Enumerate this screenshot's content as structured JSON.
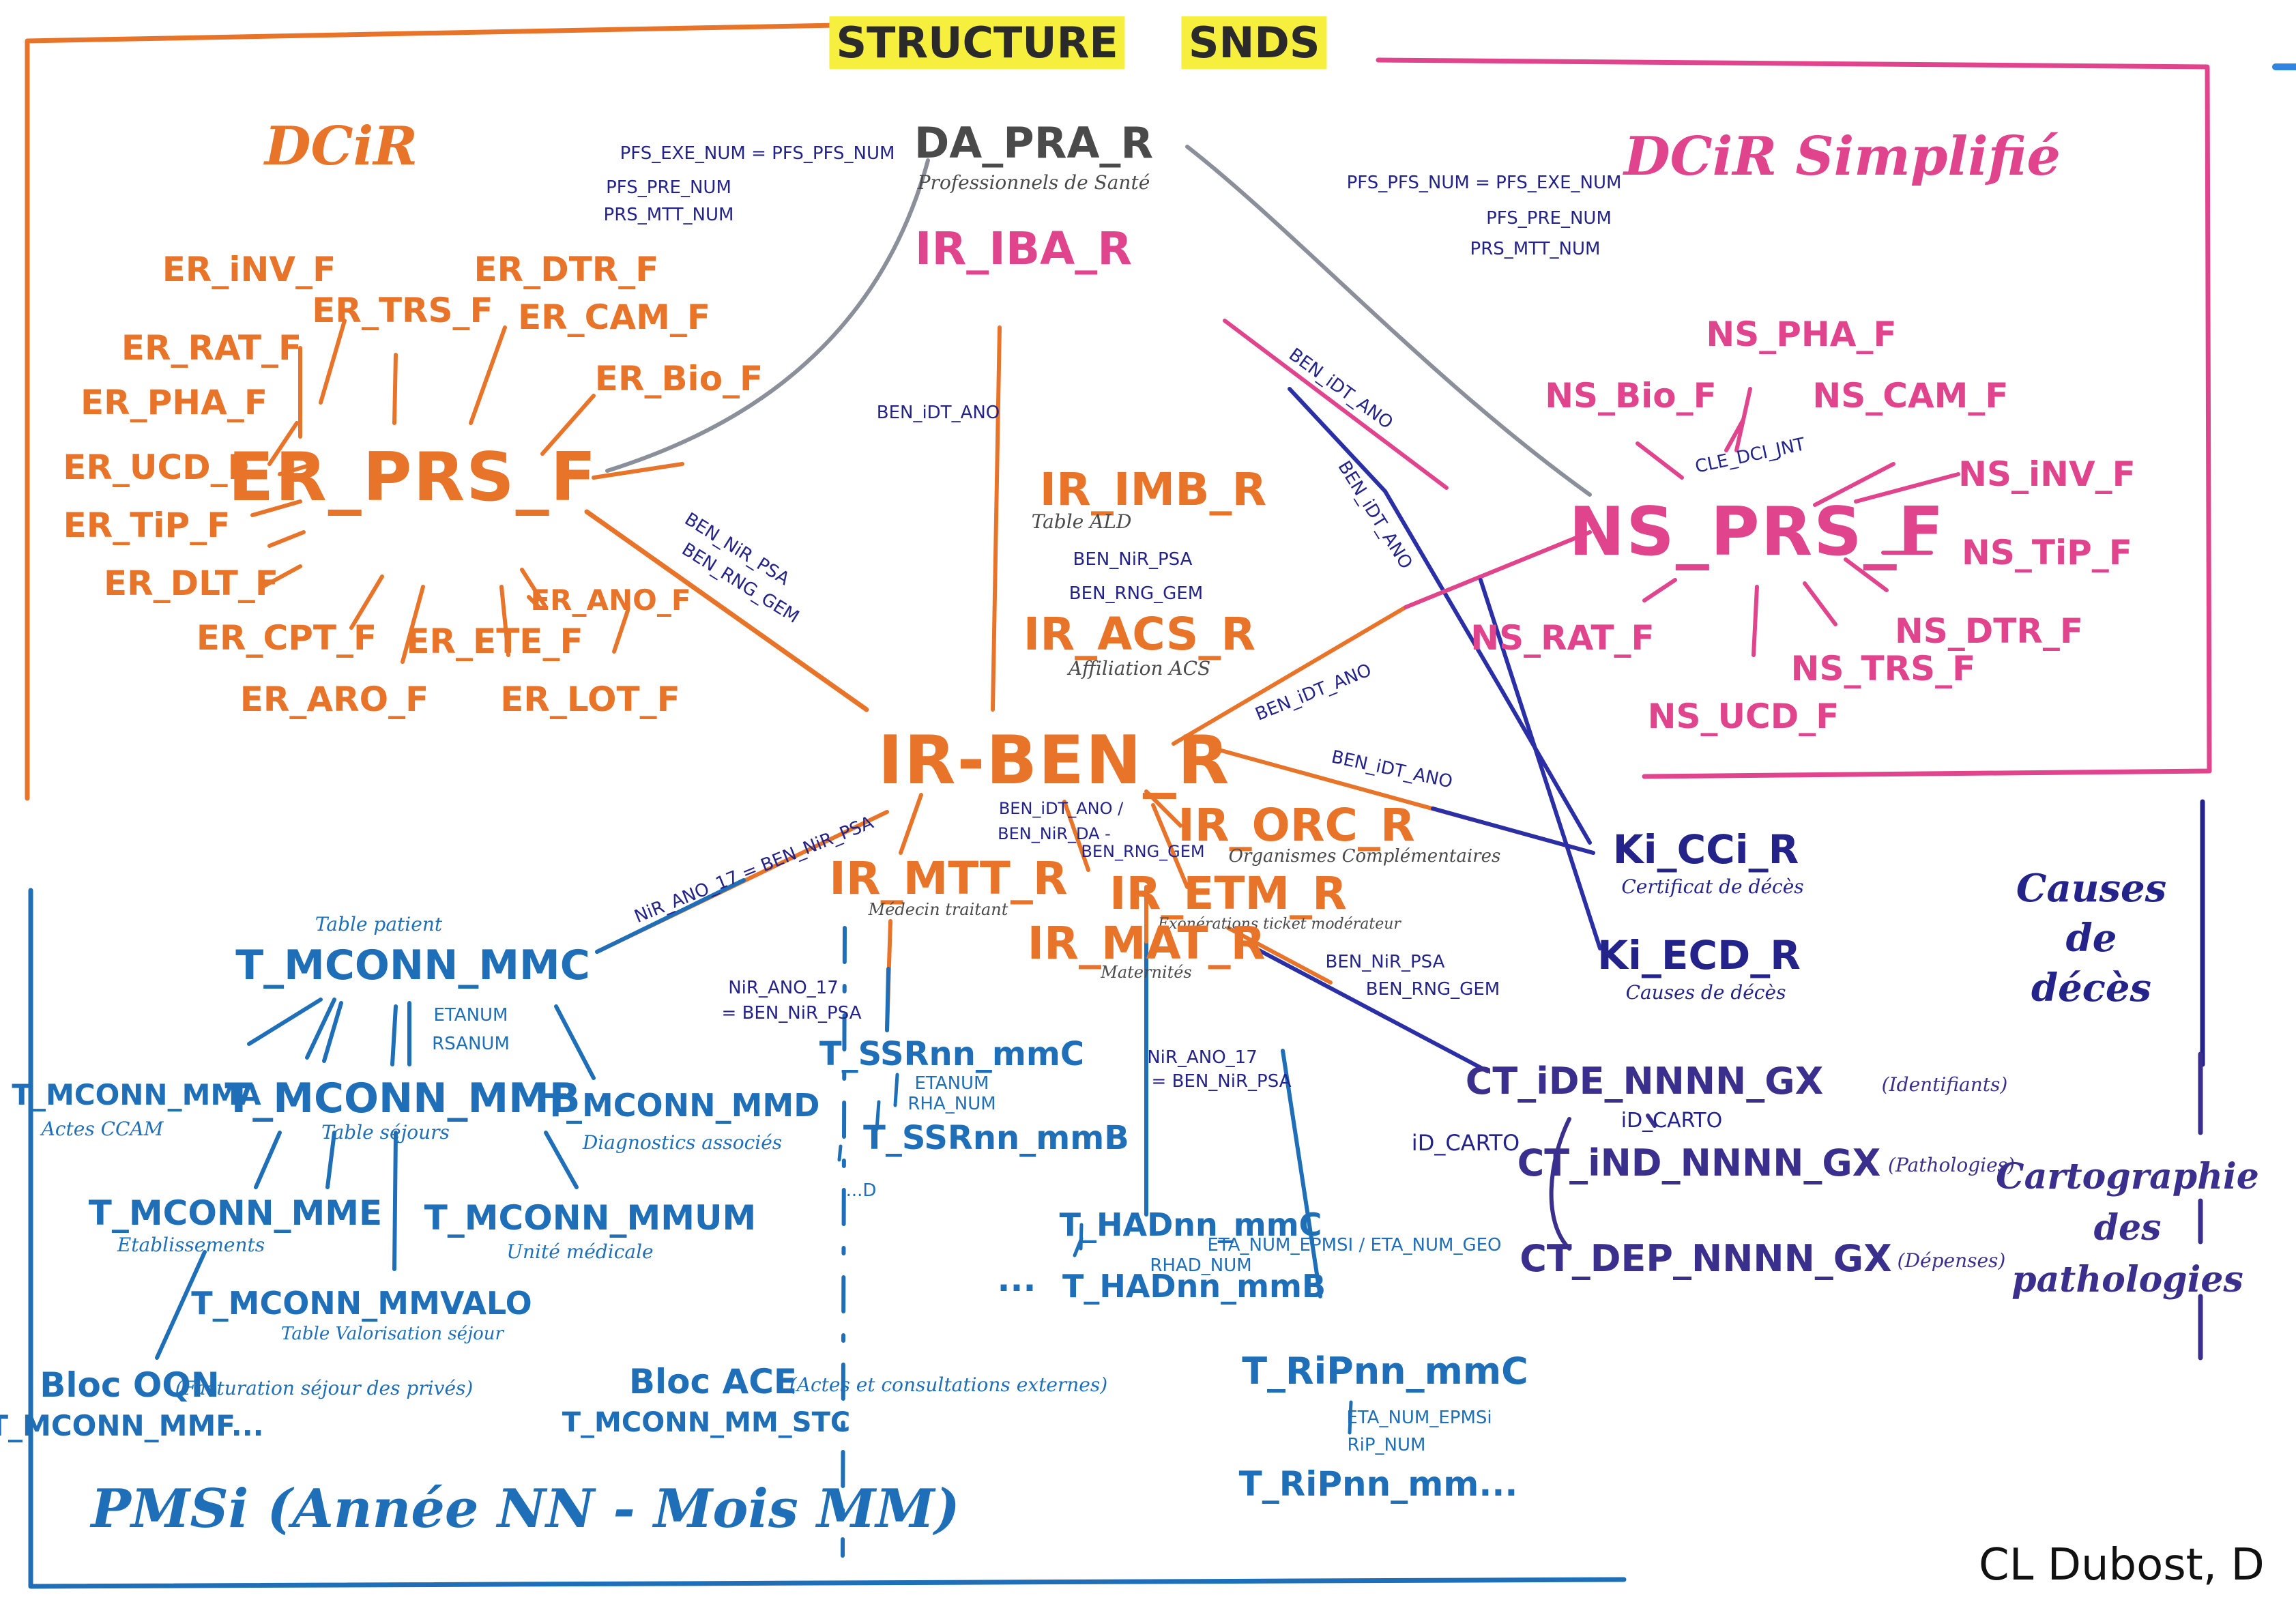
{
  "title": {
    "word1": "STRUCTURE",
    "word2": "SNDS"
  },
  "groups": {
    "dcir": "DCiR",
    "dcir_simplifie": "DCiR Simplifié",
    "pmsi": "PMSi (Année NN - Mois MM)",
    "causes_deces": [
      "Causes",
      "de",
      "décès"
    ],
    "cartographie": [
      "Cartographie",
      "des",
      "pathologies"
    ]
  },
  "credit": "CL Dubost, D",
  "central": {
    "ir_ben_r": "IR-BEN_R",
    "da_pra_r": "DA_PRA_R",
    "da_pra_r_desc": "Professionnels de Santé",
    "ir_iba_r": "IR_IBA_R",
    "ir_imb_r": "IR_IMB_R",
    "ir_imb_r_desc": "Table ALD",
    "ir_imb_keys": [
      "BEN_NiR_PSA",
      "BEN_RNG_GEM"
    ],
    "ir_acs_r": "IR_ACS_R",
    "ir_acs_r_desc": "Affiliation ACS",
    "ir_mtt_r": "IR_MTT_R",
    "ir_mtt_r_desc": "Médecin traitant",
    "ir_orc_r": "IR_ORC_R",
    "ir_orc_r_desc": "Organismes Complémentaires",
    "ir_etm_r": "IR_ETM_R",
    "ir_etm_r_desc": "Exonérations ticket modérateur",
    "ir_mat_r": "IR_MAT_R",
    "ir_mat_r_desc": "Maternités",
    "ben_keys_center": [
      "BEN_iDT_ANO /",
      "BEN_NiR_DA -",
      "BEN_RNG_GEM"
    ]
  },
  "dcir_tables": {
    "er_prs_f": "ER_PRS_F",
    "satellites": [
      "ER_iNV_F",
      "ER_TRS_F",
      "ER_DTR_F",
      "ER_CAM_F",
      "ER_RAT_F",
      "ER_Bio_F",
      "ER_PHA_F",
      "ER_UCD_F",
      "ER_TiP_F",
      "ER_DLT_F",
      "ER_ANO_F",
      "ER_CPT_F",
      "ER_ETE_F",
      "ER_ARO_F",
      "ER_LOT_F"
    ]
  },
  "dcir_s_tables": {
    "ns_prs_f": "NS_PRS_F",
    "satellites": [
      "NS_PHA_F",
      "NS_Bio_F",
      "NS_CAM_F",
      "NS_iNV_F",
      "NS_TiP_F",
      "NS_RAT_F",
      "NS_DTR_F",
      "NS_TRS_F",
      "NS_UCD_F"
    ],
    "cle": "CLE_DCI_JNT"
  },
  "join_keys": {
    "dcir_left": [
      "PFS_EXE_NUM = PFS_PFS_NUM",
      "PFS_PRE_NUM",
      "PRS_MTT_NUM"
    ],
    "dcir_right": [
      "PFS_PFS_NUM = PFS_EXE_NUM",
      "PFS_PRE_NUM",
      "PRS_MTT_NUM"
    ],
    "ben_idt_ano": "BEN_iDT_ANO",
    "ben_nir_psa_rng": [
      "BEN_NiR_PSA",
      "BEN_RNG_GEM"
    ],
    "nir_ano_17": "NiR_ANO_17 = BEN_NiR_PSA",
    "nir_ano_17_b": [
      "NiR_ANO_17",
      "= BEN_NiR_PSA"
    ],
    "nir_ano_17_c": [
      "NiR_ANO_17",
      "= BEN_NiR_PSA"
    ],
    "ben_nir_rng_right": [
      "BEN_NiR_PSA",
      "BEN_RNG_GEM"
    ]
  },
  "deces": {
    "ki_cci_r": "Ki_CCi_R",
    "ki_cci_desc": "Certificat de décès",
    "ki_ecd_r": "Ki_ECD_R",
    "ki_ecd_desc": "Causes de décès"
  },
  "carto": {
    "ct_ide": "CT_iDE_NNNN_GX",
    "ct_ide_desc": "(Identifiants)",
    "ct_ind": "CT_iND_NNNN_GX",
    "ct_ind_desc": "(Pathologies)",
    "ct_dep": "CT_DEP_NNNN_GX",
    "ct_dep_desc": "(Dépenses)",
    "id_carto_left": "iD_CARTO",
    "id_carto_mid": "iD_CARTO"
  },
  "pmsi": {
    "table_patient": "Table patient",
    "mcoc": "T_MCONN_MMC",
    "etanum": [
      "ETANUM",
      "RSANUM"
    ],
    "mma": "T_MCONN_MMA",
    "mma_desc": "Actes CCAM",
    "mmb": "T_MCONN_MMB",
    "mmb_desc": "Table séjours",
    "mmd": "T_MCONN_MMD",
    "mmd_desc": "Diagnostics associés",
    "mme": "T_MCONN_MME",
    "mme_desc": "Etablissements",
    "mmum": "T_MCONN_MMUM",
    "mmum_desc": "Unité médicale",
    "mmvalo": "T_MCONN_MMVALO",
    "mmvalo_desc": "Table Valorisation séjour",
    "bloc_oqn": "Bloc OQN",
    "bloc_oqn_desc": "(Facturation séjour des privés)",
    "mmf": "T_MCONN_MMF...",
    "bloc_ace": "Bloc ACE",
    "bloc_ace_desc": "(Actes et consultations externes)",
    "mmstc": "T_MCONN_MM_STC",
    "ssr_c": "T_SSRnn_mmC",
    "ssr_keys": [
      "ETANUM",
      "RHA_NUM"
    ],
    "ssr_b": "T_SSRnn_mmB",
    "ssr_etc": "...D",
    "had_c": "T_HADnn_mmC",
    "had_keys": [
      "ETA_NUM_EPMSI / ETA_NUM_GEO",
      "RHAD_NUM"
    ],
    "had_b": "T_HADnn_mmB",
    "dots": "...",
    "rip_c": "T_RiPnn_mmC",
    "rip_keys": [
      "ETA_NUM_EPMSi",
      "RiP_NUM"
    ],
    "rip_etc": "T_RiPnn_mm..."
  },
  "colors": {
    "dcir": "#e8742a",
    "dcir_simplifie": "#e0448d",
    "pmsi": "#1f6fb8",
    "deces": "#23238a",
    "carto": "#3a2f8c",
    "link_grey": "#8a8f9a",
    "title_highlight": "#f6ef3e"
  }
}
